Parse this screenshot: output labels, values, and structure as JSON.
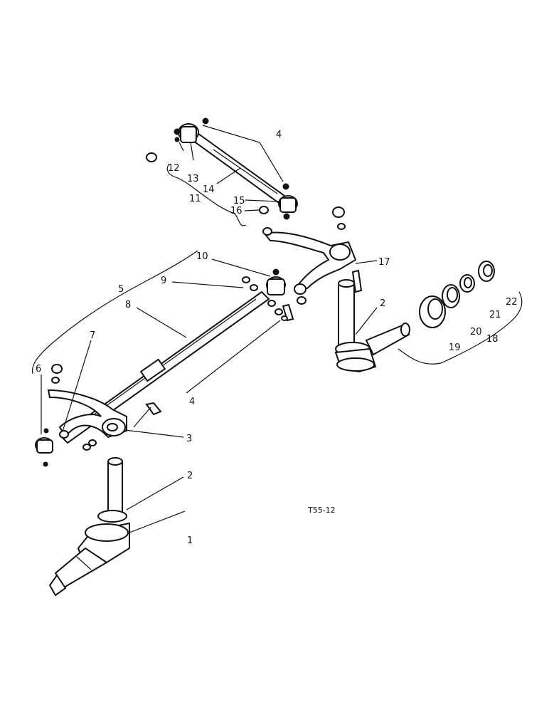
{
  "callouts": {
    "c1": "1",
    "c2a": "2",
    "c2b": "2",
    "c3": "3",
    "c4a": "4",
    "c4b": "4",
    "c5": "5",
    "c6": "6",
    "c7": "7",
    "c8": "8",
    "c9": "9",
    "c10": "10",
    "c11": "11",
    "c12": "12",
    "c13": "13",
    "c14": "14",
    "c15": "15",
    "c16": "16",
    "c17": "17",
    "c18": "18",
    "c19": "19",
    "c20": "20",
    "c21": "21",
    "c22": "22"
  },
  "figure_code": "T55-12"
}
